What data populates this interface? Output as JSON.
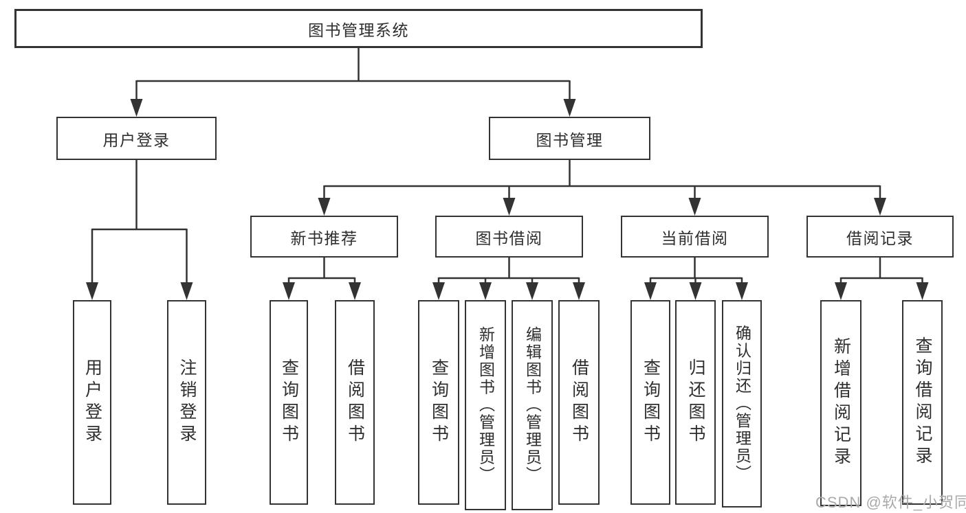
{
  "diagram": {
    "root": {
      "label": "图书管理系统"
    },
    "branches": [
      {
        "label": "用户登录"
      },
      {
        "label": "图书管理"
      }
    ],
    "modules": [
      {
        "label": "新书推荐"
      },
      {
        "label": "图书借阅"
      },
      {
        "label": "当前借阅"
      },
      {
        "label": "借阅记录"
      }
    ],
    "leaves": [
      {
        "label": "用户登录"
      },
      {
        "label": "注销登录"
      },
      {
        "label": "查询图书"
      },
      {
        "label": "借阅图书"
      },
      {
        "label": "查询图书"
      },
      {
        "label": "新增图书（管理员）"
      },
      {
        "label": "编辑图书（管理员）"
      },
      {
        "label": "借阅图书"
      },
      {
        "label": "查询图书"
      },
      {
        "label": "归还图书"
      },
      {
        "label": "确认归还（管理员）"
      },
      {
        "label": "新增借阅记录"
      },
      {
        "label": "查询借阅记录"
      }
    ],
    "line_color": "#333333"
  },
  "watermark": {
    "text": "CSDN @软件_小贺同学"
  }
}
